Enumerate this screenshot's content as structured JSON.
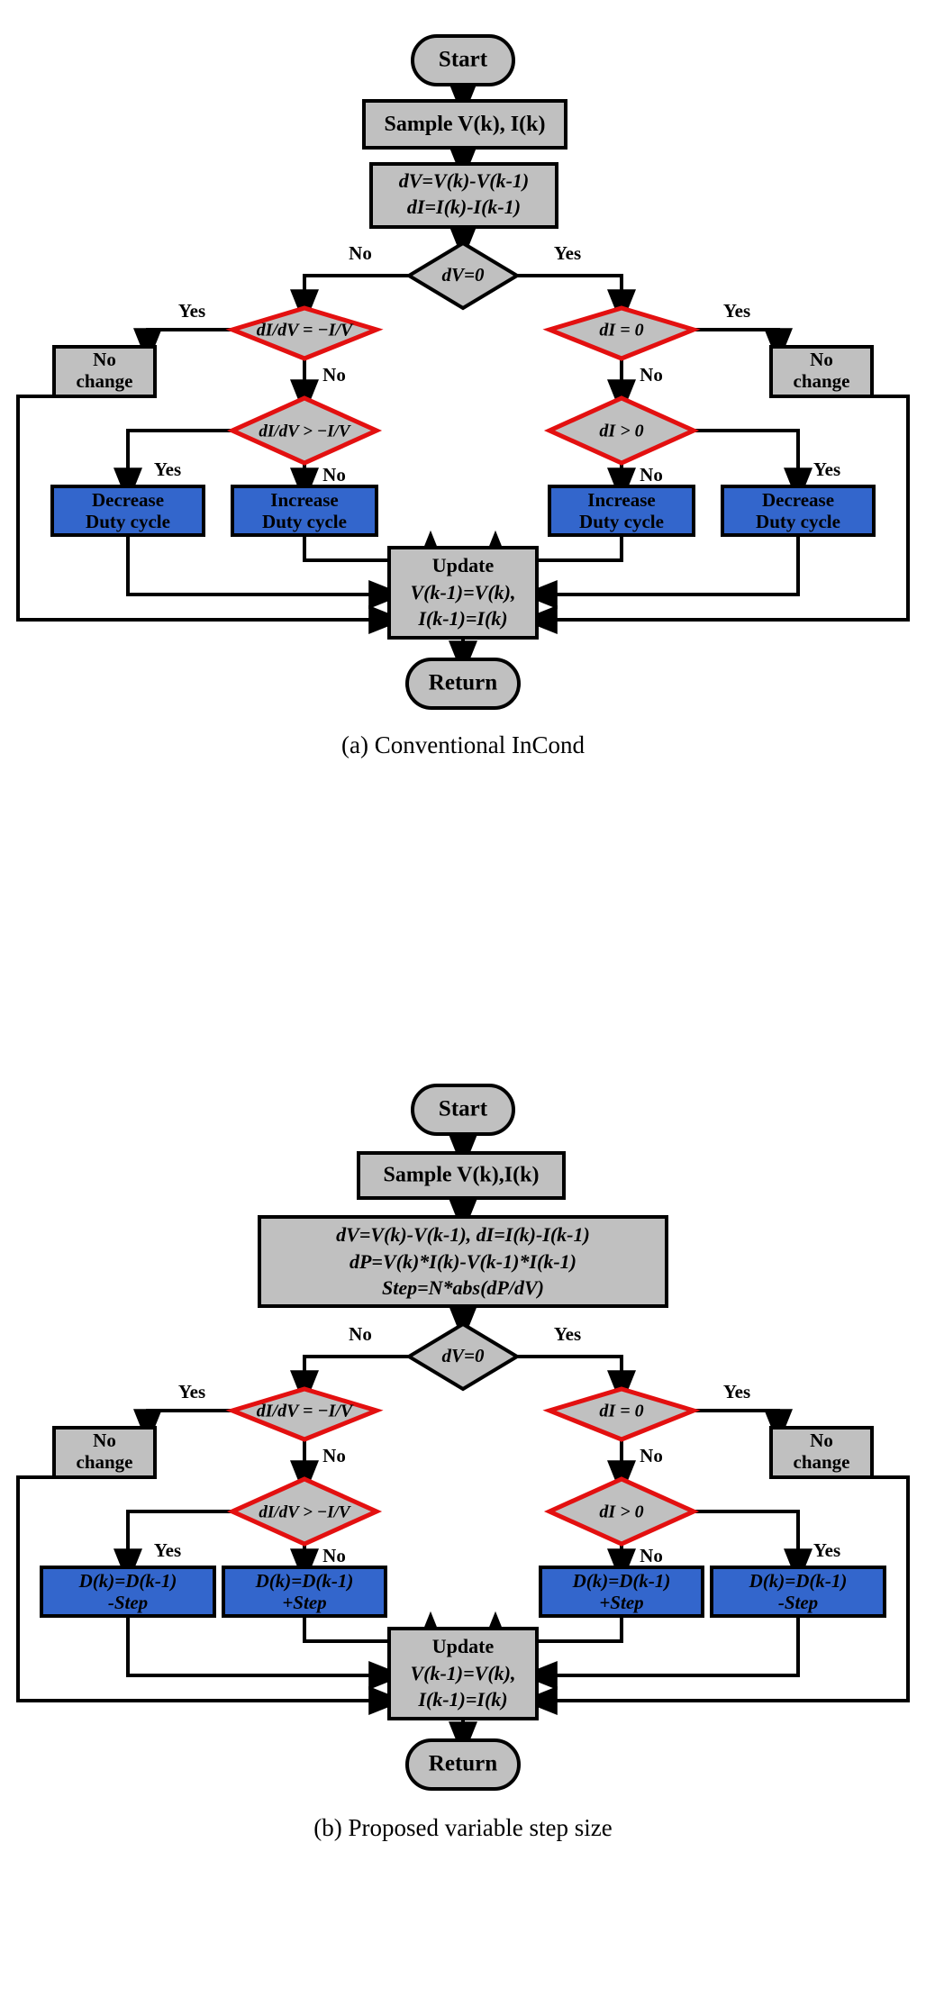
{
  "figure": {
    "panels": [
      {
        "id": "a",
        "caption": "(a) Conventional InCond",
        "nodes": {
          "start": "Start",
          "sample": "Sample V(k), I(k)",
          "compute_l1": "dV=V(k)-V(k-1)",
          "compute_l2": "dI=I(k)-I(k-1)",
          "dv_zero": "dV=0",
          "didv_eq": "dI/dV = −I/V",
          "di_eq_zero": "dI = 0",
          "didv_gt": "dI/dV > −I/V",
          "di_gt_zero": "dI > 0",
          "no_change_left_l1": "No",
          "no_change_left_l2": "change",
          "no_change_right_l1": "No",
          "no_change_right_l2": "change",
          "act1_l1": "Decrease",
          "act1_l2": "Duty cycle",
          "act2_l1": "Increase",
          "act2_l2": "Duty cycle",
          "act3_l1": "Increase",
          "act3_l2": "Duty cycle",
          "act4_l1": "Decrease",
          "act4_l2": "Duty cycle",
          "update_l1": "Update",
          "update_l2": "V(k-1)=V(k),",
          "update_l3": "I(k-1)=I(k)",
          "return": "Return"
        },
        "branch_labels": {
          "dv_no": "No",
          "dv_yes": "Yes",
          "didv_eq_yes": "Yes",
          "didv_eq_no": "No",
          "di_eq_yes": "Yes",
          "di_eq_no": "No",
          "didv_gt_yes": "Yes",
          "didv_gt_no": "No",
          "di_gt_no": "No",
          "di_gt_yes": "Yes"
        }
      },
      {
        "id": "b",
        "caption": "(b) Proposed variable step size",
        "nodes": {
          "start": "Start",
          "sample": "Sample V(k),I(k)",
          "compute_l1": "dV=V(k)-V(k-1), dI=I(k)-I(k-1)",
          "compute_l2": "dP=V(k)*I(k)-V(k-1)*I(k-1)",
          "compute_l3": "Step=N*abs(dP/dV)",
          "dv_zero": "dV=0",
          "didv_eq": "dI/dV = −I/V",
          "di_eq_zero": "dI = 0",
          "didv_gt": "dI/dV > −I/V",
          "di_gt_zero": "dI > 0",
          "no_change_left_l1": "No",
          "no_change_left_l2": "change",
          "no_change_right_l1": "No",
          "no_change_right_l2": "change",
          "act1_l1": "D(k)=D(k-1)",
          "act1_l2": "-Step",
          "act2_l1": "D(k)=D(k-1)",
          "act2_l2": "+Step",
          "act3_l1": "D(k)=D(k-1)",
          "act3_l2": "+Step",
          "act4_l1": "D(k)=D(k-1)",
          "act4_l2": "-Step",
          "update_l1": "Update",
          "update_l2": "V(k-1)=V(k),",
          "update_l3": "I(k-1)=I(k)",
          "return": "Return"
        },
        "branch_labels": {
          "dv_no": "No",
          "dv_yes": "Yes",
          "didv_eq_yes": "Yes",
          "didv_eq_no": "No",
          "di_eq_yes": "Yes",
          "di_eq_no": "No",
          "didv_gt_yes": "Yes",
          "didv_gt_no": "No",
          "di_gt_no": "No",
          "di_gt_yes": "Yes"
        }
      }
    ],
    "colors": {
      "process_fill": "#c0c0c0",
      "action_fill": "#3366cc",
      "decision_stroke_red": "#e31010",
      "outline": "#000000",
      "background": "#ffffff"
    }
  }
}
